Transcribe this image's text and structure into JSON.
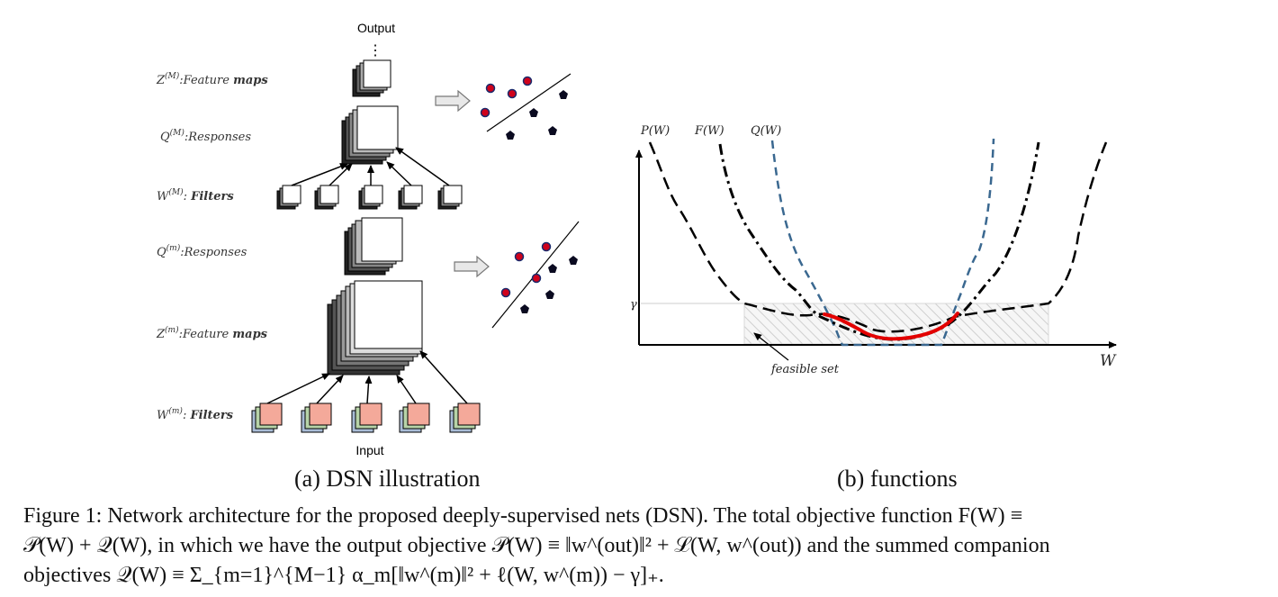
{
  "dsn": {
    "output_label": "Output",
    "input_label": "Input",
    "dots": "⋮",
    "layers": [
      {
        "name": "Z^(M): Feature maps",
        "sym": "Z",
        "sup": "(M)",
        "text": ":Feature ",
        "bold": "maps"
      },
      {
        "name": "Q^(M): Responses",
        "sym": "Q",
        "sup": "(M)",
        "text": ":Responses",
        "bold": ""
      },
      {
        "name": "W^(M): Filters",
        "sym": "W",
        "sup": "(M)",
        "text": ": ",
        "bold": "Filters"
      },
      {
        "name": "Q^(m): Responses",
        "sym": "Q",
        "sup": "(m)",
        "text": ":Responses",
        "bold": ""
      },
      {
        "name": "Z^(m): Feature maps",
        "sym": "Z",
        "sup": "(m)",
        "text": ":Feature ",
        "bold": "maps"
      },
      {
        "name": "W^(m): Filters",
        "sym": "W",
        "sup": "(m)",
        "text": ": ",
        "bold": "Filters"
      }
    ]
  },
  "functions": {
    "curve_labels": [
      "P(W)",
      "F(W)",
      "Q(W)"
    ],
    "gamma_label": "γ",
    "axis_label": "W",
    "feasible_label": "feasible set"
  },
  "subcaptions": {
    "a": "(a) DSN illustration",
    "b": "(b) functions"
  },
  "caption": {
    "line1": "Figure 1: Network architecture for the proposed deeply-supervised nets (DSN). The total objective function F(W) ≡",
    "line2": "𝒫(W) + 𝒬(W), in which we have the output objective 𝒫(W) ≡ ‖w^(out)‖² + ℒ(W, w^(out)) and the summed companion",
    "line3": "objectives 𝒬(W) ≡ Σ_{m=1}^{M−1} α_m[‖w^(m)‖² + ℓ(W, w^(m)) − γ]₊."
  },
  "colors": {
    "filter_fill": "#f4a99a",
    "filter_green": "#b7d3a8",
    "filter_blue": "#a9bcd6",
    "point_red": "#d0021b",
    "q_curve": "#3a6890",
    "feasible_red": "#e30000"
  }
}
